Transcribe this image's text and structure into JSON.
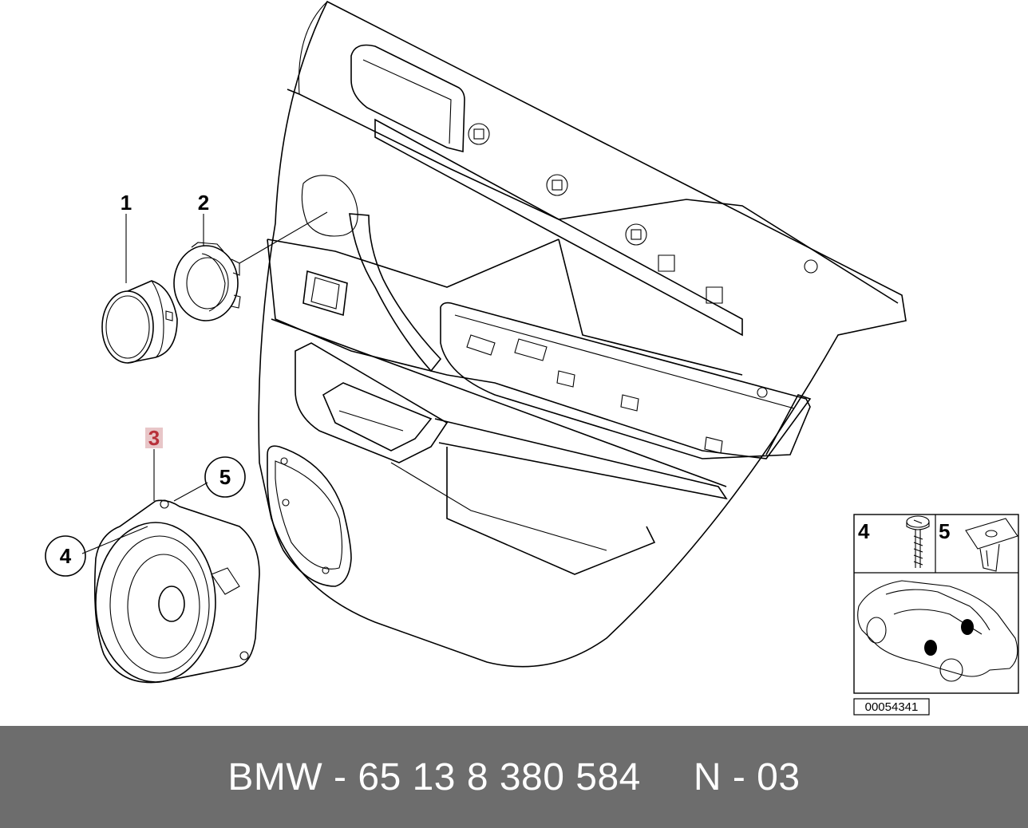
{
  "diagram": {
    "callouts": [
      "1",
      "2",
      "3",
      "4",
      "5"
    ],
    "highlighted_callout": "3",
    "inset_labels": [
      "4",
      "5"
    ],
    "diagram_number": "00054341",
    "highlight_color": "#b8303a"
  },
  "caption": {
    "part": "BMW - 65 13 8 380 584",
    "code": "N - 03"
  }
}
